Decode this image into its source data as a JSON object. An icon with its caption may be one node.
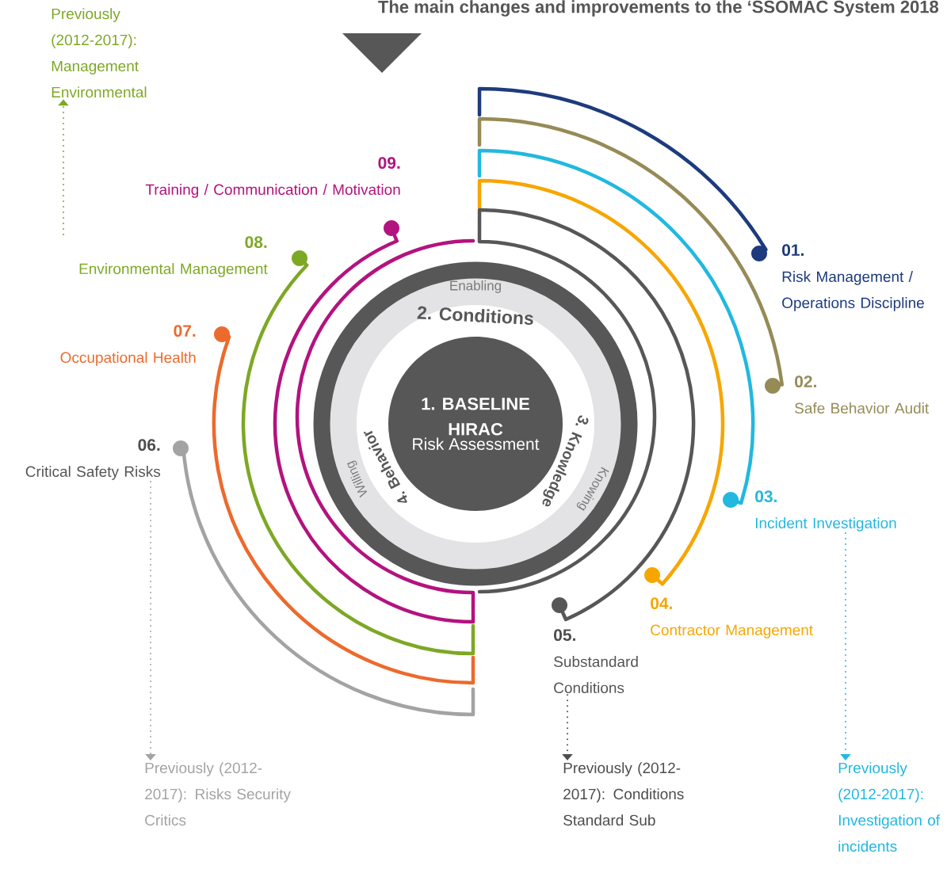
{
  "diagram": {
    "title": "The main changes and improvements to the ‘SSOMAC System 2018",
    "nodes": [
      {
        "text": [
          "1. BASELINE HIRAC",
          "Risk Assessment"
        ]
      },
      {
        "text": [
          "01.",
          "Risk Management / Operations Discipline"
        ]
      },
      {
        "text": [
          "02.",
          "Safe Behavior Audit"
        ]
      },
      {
        "text": [
          "03.",
          "Incident Investigation"
        ]
      },
      {
        "text": [
          "04.",
          "Contractor Management"
        ]
      },
      {
        "text": [
          "05.",
          "Substandard Conditions"
        ]
      },
      {
        "text": [
          "06.",
          "Critical Safety Risks"
        ]
      },
      {
        "text": [
          "07.",
          "Occupational Health"
        ]
      },
      {
        "text": [
          "08.",
          "Environmental Management"
        ]
      },
      {
        "text": [
          "09.",
          "Training / Communication / Motivation"
        ]
      },
      {
        "text": [
          "Previously (2012-2017): Management Environmental"
        ]
      },
      {
        "text": [
          "Previously (2012-2017): Risks Security Critics"
        ]
      },
      {
        "text": [
          "Previously (2012-2017): Conditions Standard Sub"
        ]
      },
      {
        "text": [
          "Previously (2012-2017): Investigation of incidents"
        ]
      }
    ],
    "edges": [
      {
        "from": 8,
        "to": 10,
        "arrow": "to",
        "style": "dashed",
        "color": "#7da824"
      },
      {
        "from": 6,
        "to": 11,
        "arrow": "to",
        "style": "dashed",
        "color": "#a3a3a3"
      },
      {
        "from": 5,
        "to": 12,
        "arrow": "to",
        "style": "dashed",
        "color": "#4d4d4d"
      },
      {
        "from": 3,
        "to": 13,
        "arrow": "to",
        "style": "dashed",
        "color": "#22b8e0"
      }
    ],
    "labels": [
      "Enabling",
      "2. Conditions",
      "3. Knowledge",
      "Knowing",
      "4. Behavior",
      "Willing"
    ]
  }
}
